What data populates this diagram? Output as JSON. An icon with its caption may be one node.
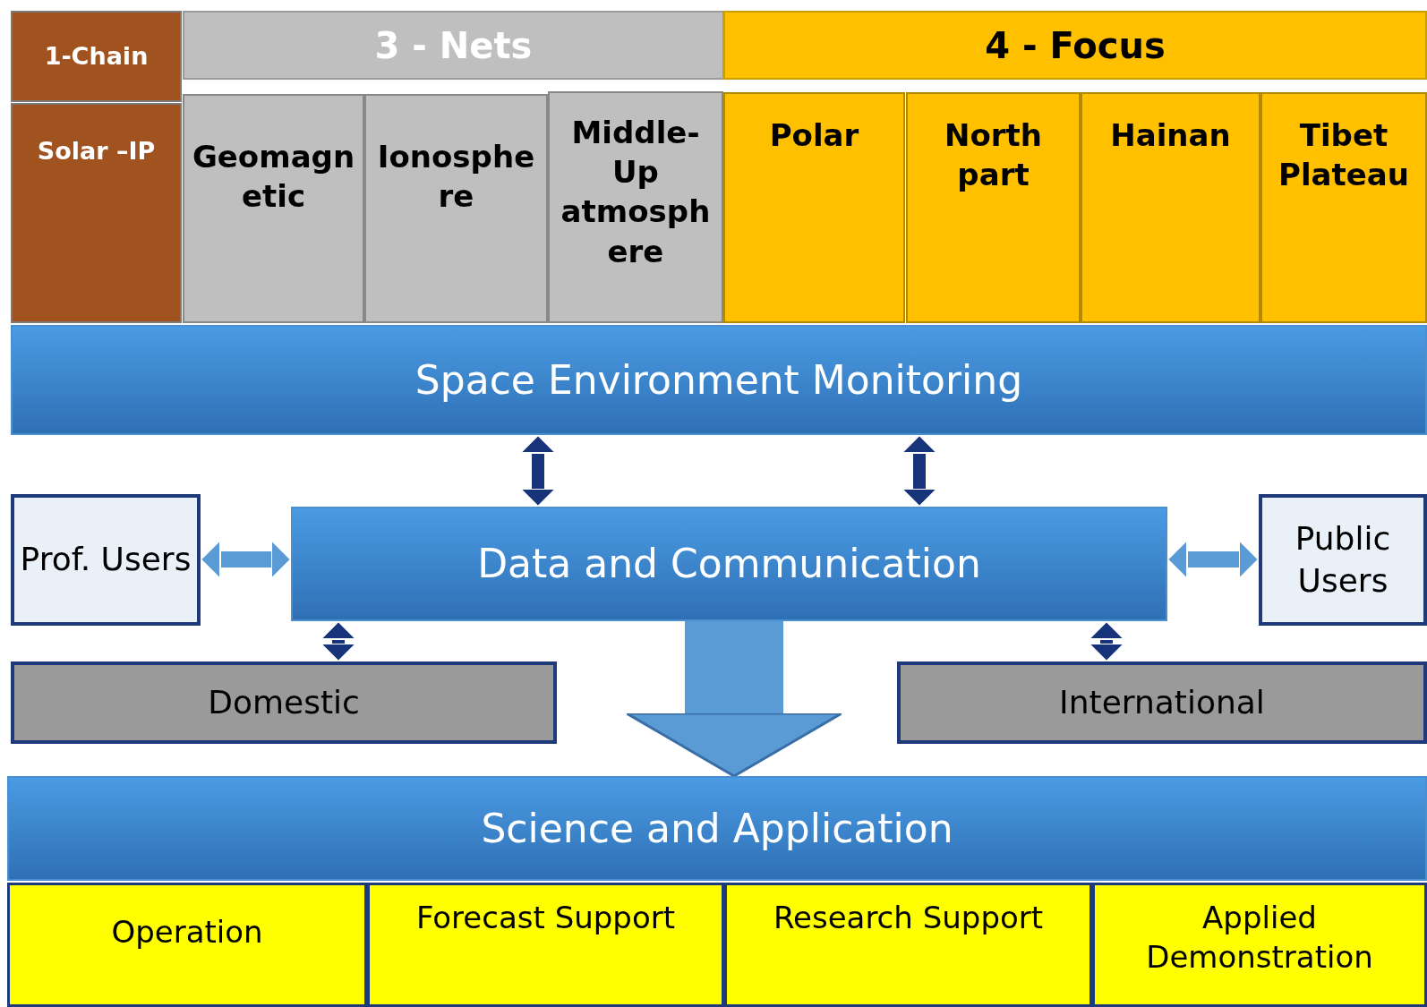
{
  "diagram": {
    "nodes": [
      {
        "text": [
          "1-Chain"
        ]
      },
      {
        "text": [
          "Solar –IP"
        ]
      },
      {
        "text": [
          "3 - Nets"
        ]
      },
      {
        "text": [
          "Geomagn etic"
        ]
      },
      {
        "text": [
          "Ionosphe re"
        ]
      },
      {
        "text": [
          "Middle- Up atmosph ere"
        ]
      },
      {
        "text": [
          "4 - Focus"
        ]
      },
      {
        "text": [
          "Polar"
        ]
      },
      {
        "text": [
          "North part"
        ]
      },
      {
        "text": [
          "Hainan"
        ]
      },
      {
        "text": [
          "Tibet Plateau"
        ]
      },
      {
        "text": [
          "Space Environment Monitoring"
        ]
      },
      {
        "text": [
          "Prof. Users"
        ]
      },
      {
        "text": [
          "Data and Communication"
        ]
      },
      {
        "text": [
          "Public Users"
        ]
      },
      {
        "text": [
          "Domestic"
        ]
      },
      {
        "text": [
          "International"
        ]
      },
      {
        "text": [
          "Science and Application"
        ]
      },
      {
        "text": [
          "Operation"
        ]
      },
      {
        "text": [
          "Forecast Support"
        ]
      },
      {
        "text": [
          "Research Support"
        ]
      },
      {
        "text": [
          "Applied Demonstration"
        ]
      }
    ],
    "edges": [
      {
        "from": 11,
        "to": 13,
        "arrow": "both"
      },
      {
        "from": 11,
        "to": 13,
        "arrow": "both"
      },
      {
        "from": 12,
        "to": 13,
        "arrow": "both",
        "color": "#5b9bd5"
      },
      {
        "from": 13,
        "to": 14,
        "arrow": "both",
        "color": "#5b9bd5"
      },
      {
        "from": 13,
        "to": 15,
        "arrow": "both"
      },
      {
        "from": 13,
        "to": 16,
        "arrow": "both"
      },
      {
        "from": 13,
        "to": 17,
        "arrow": "to",
        "style": "thick",
        "color": "#5b9bd5"
      }
    ]
  }
}
